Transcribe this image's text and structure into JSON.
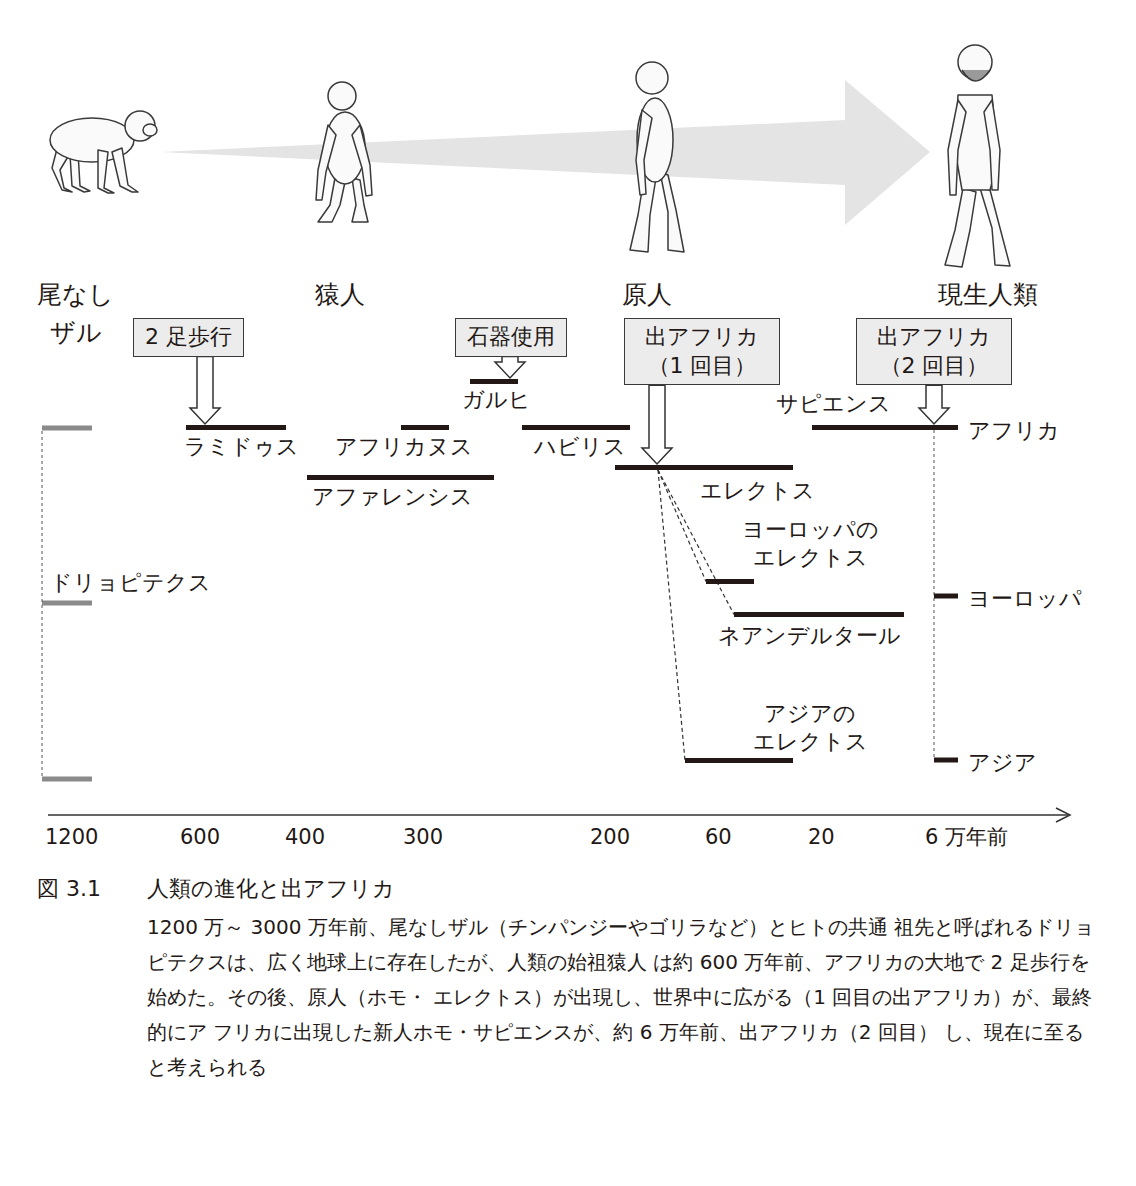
{
  "diagram": {
    "title": "人類の進化と出アフリカ",
    "caption": "1200 万～ 3000 万年前、尾なしザル（チンパンジーやゴリラなど）とヒトの共通 祖先と呼ばれるドリョピテクスは、広く地球上に存在したが、人類の始祖猿人 は約 600 万年前、アフリカの大地で 2 足歩行を始めた。その後、原人（ホモ・ エレクトス）が出現し、世界中に広がる（1 回目の出アフリカ）が、最終的にア フリカに出現した新人ホモ・サピエンスが、約 6 万年前、出アフリカ（2 回目） し、現在に至ると考えられる",
    "nodes": [
      {
        "text": [
          "2 足歩行"
        ]
      },
      {
        "text": [
          "石器使用"
        ]
      },
      {
        "text": [
          "出アフリカ （1 回目）"
        ]
      },
      {
        "text": [
          "出アフリカ （2 回目）"
        ]
      },
      {
        "text": [
          "ガルヒ"
        ]
      },
      {
        "text": [
          "ラミドゥス"
        ]
      },
      {
        "text": [
          "アフリカヌス"
        ]
      },
      {
        "text": [
          "ハビリス"
        ]
      },
      {
        "text": [
          "サピエンス"
        ]
      },
      {
        "text": [
          "アファレンシス"
        ]
      },
      {
        "text": [
          "エレクトス"
        ]
      },
      {
        "text": [
          "ヨーロッパの エレクトス"
        ]
      },
      {
        "text": [
          "ネアンデルタール"
        ]
      },
      {
        "text": [
          "アジアの エレクトス"
        ]
      }
    ],
    "edges": [
      {
        "from": 0,
        "to": 5,
        "arrow": "to"
      },
      {
        "from": 1,
        "to": 4,
        "arrow": "to"
      },
      {
        "from": 2,
        "to": 10,
        "arrow": "to"
      },
      {
        "from": 3,
        "to": 8,
        "arrow": "to"
      },
      {
        "from": 10,
        "to": 11,
        "arrow": "none"
      },
      {
        "from": 10,
        "to": 12,
        "arrow": "none"
      },
      {
        "from": 10,
        "to": 13,
        "arrow": "none"
      }
    ],
    "labels": [
      "尾なし ザル",
      "猿人",
      "原人",
      "現生人類",
      "ドリョピテクス",
      "アフリカ",
      "ヨーロッパ",
      "アジア",
      "1200",
      "600",
      "400",
      "300",
      "200",
      "60",
      "20",
      "6 万年前",
      "図 3.1"
    ]
  }
}
